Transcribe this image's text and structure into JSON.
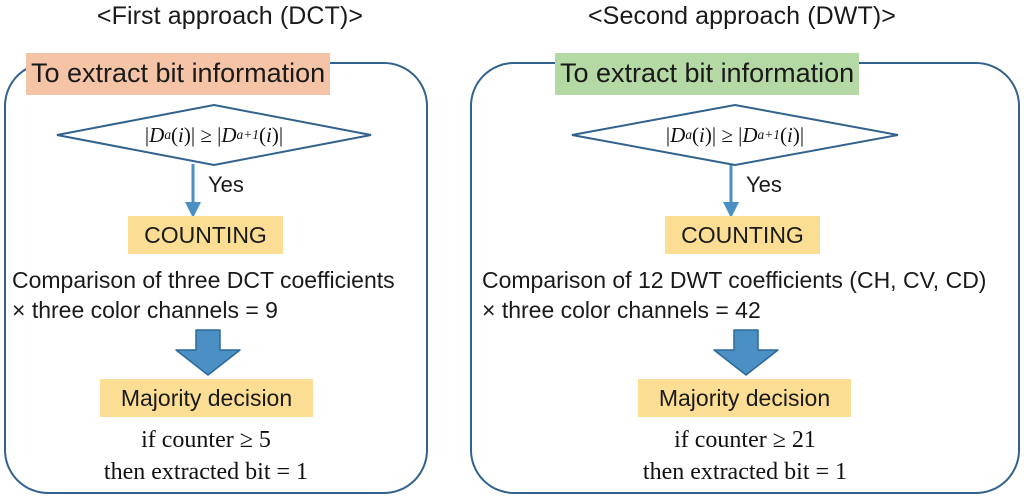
{
  "colors": {
    "outline_blue": "#31618e",
    "arrow_blue": "#4a90c4",
    "chip_peach": "#f5c4a6",
    "chip_green": "#b5d9a4",
    "box_yellow": "#fbdd94",
    "text": "#1a1a1a"
  },
  "panels": [
    {
      "id": "first-approach",
      "title": "<First approach (DCT)>",
      "header_chip": {
        "label": "To extract bit information",
        "highlight": "#f5c4a6"
      },
      "decision": {
        "condition_plain": "|D_a(i)| ≥ |D_{a+1}(i)|",
        "lhs_symbol": "D",
        "lhs_sub": "a",
        "lhs_arg": "(i)",
        "operator": "≥",
        "rhs_symbol": "D",
        "rhs_sub": "a+1",
        "rhs_arg": "(i)"
      },
      "branch_label": "Yes",
      "counting_box": "COUNTING",
      "explanation": {
        "line1": "Comparison of three DCT coefficients",
        "line2": "× three color channels = 9",
        "coefficient_count": "three",
        "transform": "DCT",
        "color_channels": "three",
        "total": "9"
      },
      "majority_box": "Majority decision",
      "footer": {
        "line1": "if counter ≥ 5",
        "line2": "then extracted bit = 1",
        "threshold": "5",
        "extracted_bit": "1"
      }
    },
    {
      "id": "second-approach",
      "title": "<Second approach (DWT)>",
      "header_chip": {
        "label": "To extract bit information",
        "highlight": "#b5d9a4"
      },
      "decision": {
        "condition_plain": "|D_a(i)| ≥ |D_{a+1}(i)|",
        "lhs_symbol": "D",
        "lhs_sub": "a",
        "lhs_arg": "(i)",
        "operator": "≥",
        "rhs_symbol": "D",
        "rhs_sub": "a+1",
        "rhs_arg": "(i)"
      },
      "branch_label": "Yes",
      "counting_box": "COUNTING",
      "explanation": {
        "line1": "Comparison of 12 DWT coefficients (CH, CV, CD)",
        "line2": "× three color channels = 42",
        "coefficient_count": "12",
        "transform": "DWT",
        "subbands": "CH, CV, CD",
        "color_channels": "three",
        "total": "42"
      },
      "majority_box": "Majority decision",
      "footer": {
        "line1": "if counter ≥ 21",
        "line2": "then extracted bit = 1",
        "threshold": "21",
        "extracted_bit": "1"
      }
    }
  ]
}
